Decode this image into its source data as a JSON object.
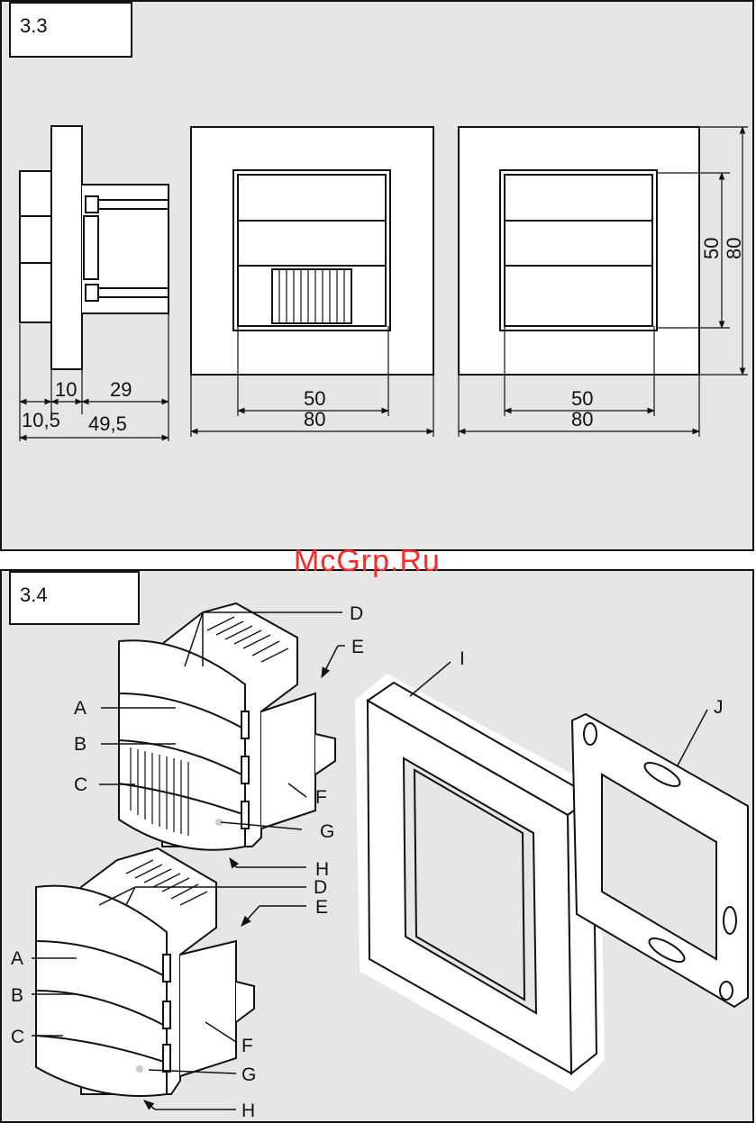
{
  "sections": [
    {
      "id": "3.3"
    },
    {
      "id": "3.4"
    }
  ],
  "dimensions": {
    "side_front": "10",
    "side_depth": "29",
    "side_back": "10,5",
    "side_total": "49,5",
    "front_inner": "50",
    "front_outer": "80",
    "rear_inner": "50",
    "rear_outer": "80",
    "vert_inner": "50",
    "vert_outer": "80"
  },
  "labels": {
    "top": {
      "A": "A",
      "B": "B",
      "C": "C",
      "D": "D",
      "E": "E",
      "F": "F",
      "G": "G",
      "H": "H"
    },
    "bottom": {
      "A": "A",
      "B": "B",
      "C": "C",
      "D": "D",
      "E": "E",
      "F": "F",
      "G": "G",
      "H": "H"
    },
    "I": "I",
    "J": "J"
  },
  "watermark": "McGrp.Ru",
  "colors": {
    "panel": "#e6e6e6",
    "line": "#111111",
    "watermark": "#ff2a2a"
  }
}
